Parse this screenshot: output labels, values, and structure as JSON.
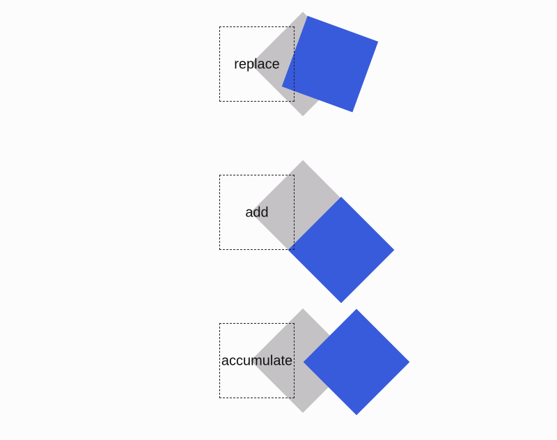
{
  "background_color": "#fdfcfd",
  "shadow_color": "#c4c2c4",
  "accent_color": "#375bdb",
  "demos": [
    {
      "label": "replace"
    },
    {
      "label": "add"
    },
    {
      "label": "accumulate"
    }
  ]
}
